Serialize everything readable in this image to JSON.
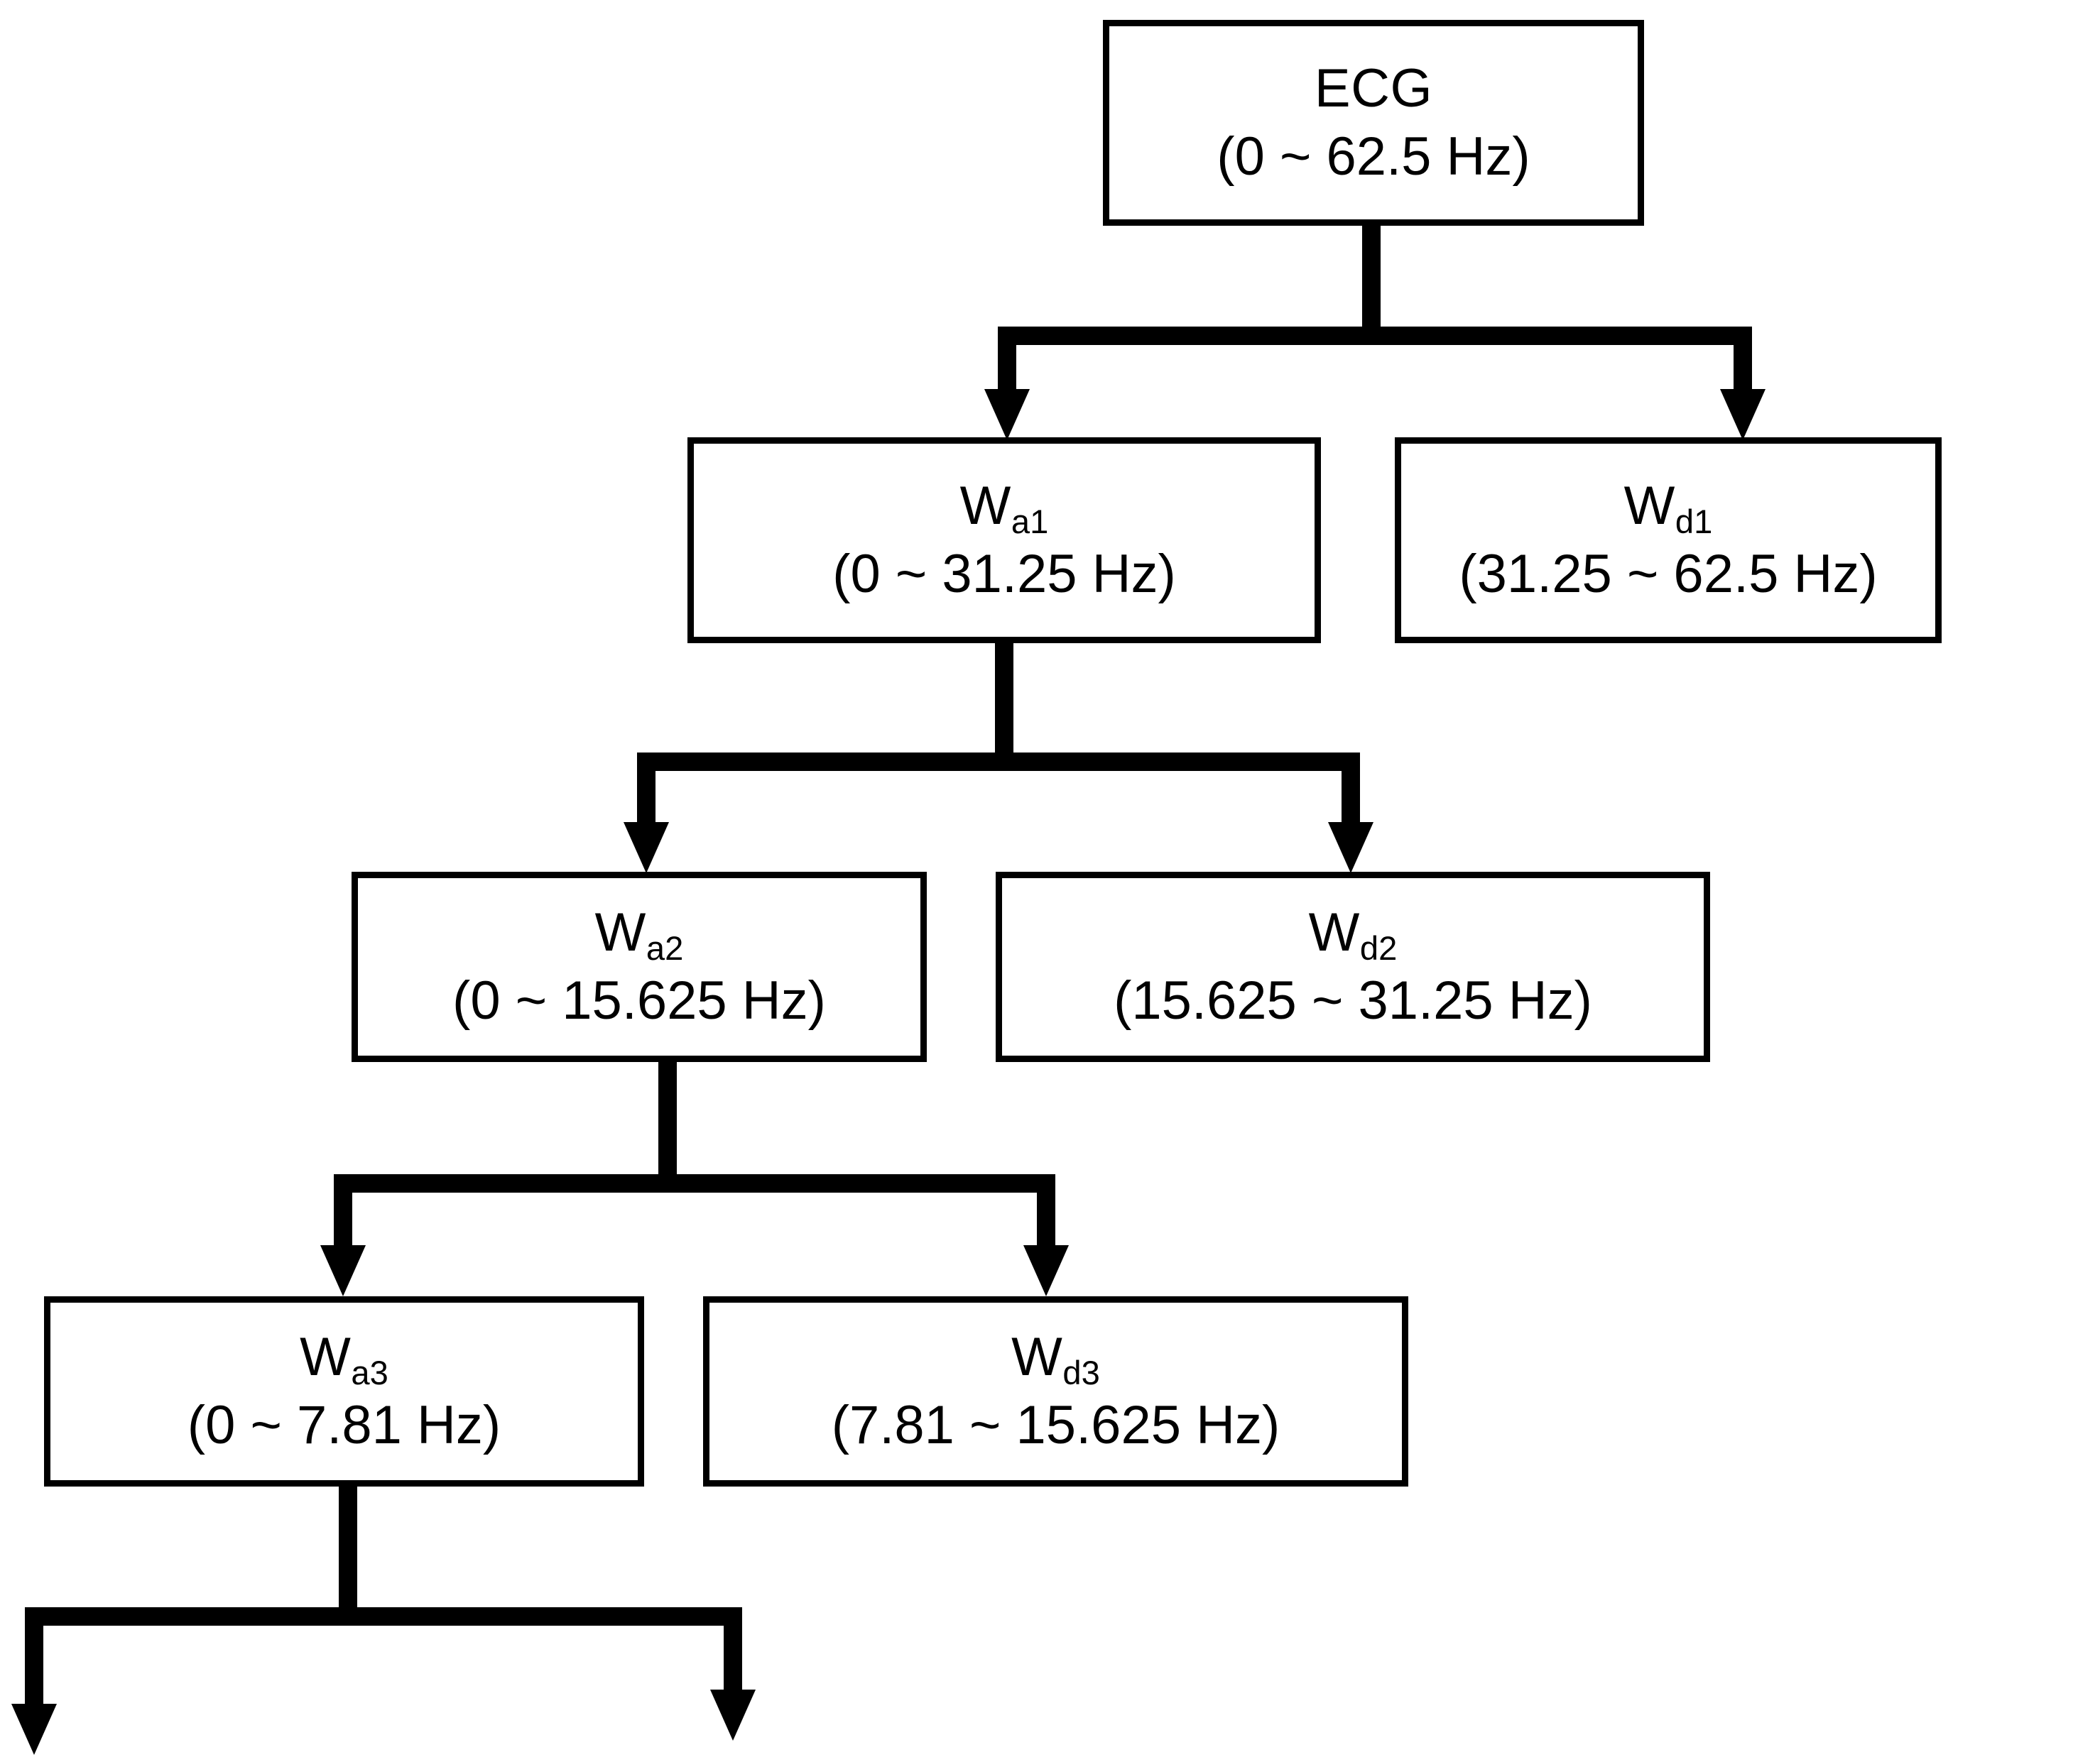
{
  "diagram": {
    "title_semantic": "wavelet-decomposition-tree",
    "line_color": "#000000",
    "background": "#ffffff",
    "nodes": [
      {
        "id": "ecg",
        "label": "ECG",
        "sub": "",
        "range": "(0 ~ 62.5 Hz)"
      },
      {
        "id": "wa1",
        "label": "W",
        "sub": "a1",
        "range": "(0 ~ 31.25 Hz)"
      },
      {
        "id": "wd1",
        "label": "W",
        "sub": "d1",
        "range": "(31.25 ~ 62.5 Hz)"
      },
      {
        "id": "wa2",
        "label": "W",
        "sub": "a2",
        "range": "(0 ~ 15.625 Hz)"
      },
      {
        "id": "wd2",
        "label": "W",
        "sub": "d2",
        "range": "(15.625 ~ 31.25 Hz)"
      },
      {
        "id": "wa3",
        "label": "W",
        "sub": "a3",
        "range": "(0 ~ 7.81 Hz)"
      },
      {
        "id": "wd3",
        "label": "W",
        "sub": "d3",
        "range": "(7.81 ~ 15.625 Hz)"
      }
    ],
    "edges": [
      {
        "from": "ecg",
        "to": "wa1"
      },
      {
        "from": "ecg",
        "to": "wd1"
      },
      {
        "from": "wa1",
        "to": "wa2"
      },
      {
        "from": "wa1",
        "to": "wd2"
      },
      {
        "from": "wa2",
        "to": "wa3"
      },
      {
        "from": "wa2",
        "to": "wd3"
      },
      {
        "from": "wa3",
        "to": "continues-left"
      },
      {
        "from": "wa3",
        "to": "continues-right"
      }
    ]
  }
}
